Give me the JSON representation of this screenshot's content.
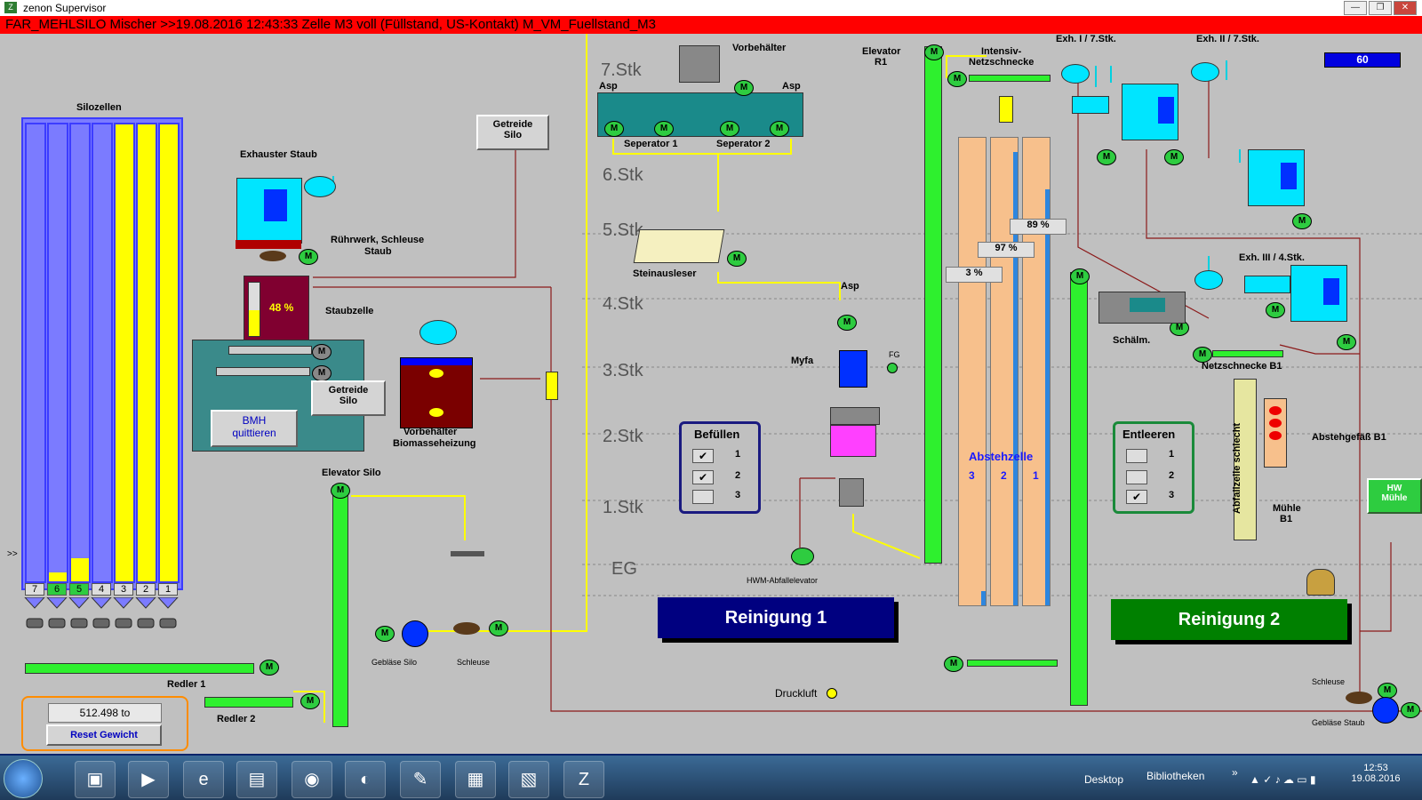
{
  "window": {
    "title": "zenon Supervisor",
    "min_label": "—",
    "max_label": "❐",
    "close_label": "✕"
  },
  "alarm": {
    "text": "FAR_MEHLSILO Mischer >>19.08.2016 12:43:33   Zelle M3 voll (Füllstand, US-Kontakt)  M_VM_Fuellstand_M3"
  },
  "counter": {
    "value": "60"
  },
  "floors": [
    "7.Stk",
    "6.Stk",
    "5.Stk",
    "4.Stk",
    "3.Stk",
    "2.Stk",
    "1.Stk",
    "EG"
  ],
  "silozellen": {
    "title": "Silozellen",
    "cells": [
      {
        "label": "7",
        "level": 0.0
      },
      {
        "label": "6",
        "level": 0.03
      },
      {
        "label": "5",
        "level": 0.07
      },
      {
        "label": "4",
        "level": 0.0
      },
      {
        "label": "3",
        "level": 1.0
      },
      {
        "label": "2",
        "level": 1.0
      },
      {
        "label": "1",
        "level": 1.0
      }
    ],
    "arrow": ">>"
  },
  "labels": {
    "exhauster_staub": "Exhauster Staub",
    "ruehrwerk": "Rührwerk, Schleuse",
    "ruehrwerk2": "Staub",
    "staubzelle": "Staubzelle",
    "getreide_silo_1": "Getreide",
    "getreide_silo_1b": "Silo",
    "getreide_silo_2": "Getreide",
    "getreide_silo_2b": "Silo",
    "bmh_1": "BMH",
    "bmh_2": "quittieren",
    "vorbehaelter_bio": "Vorbehälter",
    "vorbehaelter_bio2": "Biomasseheizung",
    "elevator_silo": "Elevator Silo",
    "redler1": "Redler 1",
    "redler2": "Redler 2",
    "weight": "512.498 to",
    "reset": "Reset Gewicht",
    "geblaese_silo": "Gebläse Silo",
    "schleuse": "Schleuse",
    "vorbehaelter": "Vorbehälter",
    "asp_left": "Asp",
    "asp_right": "Asp",
    "sep1": "Seperator 1",
    "sep2": "Seperator 2",
    "steinausleser": "Steinausleser",
    "asp_mid": "Asp",
    "myfa": "Myfa",
    "fg": "FG",
    "hwm": "HWM-Abfallelevator",
    "druckluft": "Druckluft",
    "elevator_r1": "Elevator",
    "elevator_r1b": "R1",
    "intensiv": "Intensiv-",
    "intensiv2": "Netzschnecke",
    "abstehzelle": "Abstehzelle",
    "z3": "3",
    "z2": "2",
    "z1": "1",
    "exh1": "Exh. I / 7.Stk.",
    "exh2": "Exh. II / 7.Stk.",
    "exh3": "Exh. III / 4.Stk.",
    "schaelm": "Schälm.",
    "netzschnecke_b1": "Netzschnecke B1",
    "abfallzelle": "Abfallzelle schlecht",
    "muehle_b1": "Mühle",
    "muehle_b1b": "B1",
    "abstehgefaess": "Abstehgefäß B1",
    "hw_muehle1": "HW",
    "hw_muehle2": "Mühle",
    "schleuse_r": "Schleuse",
    "geblaese_staub": "Gebläse Staub",
    "reinigung1": "Reinigung 1",
    "reinigung2": "Reinigung 2",
    "motor": "M"
  },
  "levels": {
    "staubzelle": "48 %",
    "zelle1": "89 %",
    "zelle2": "97 %",
    "zelle3": "3 %"
  },
  "befuellen": {
    "title": "Befüllen",
    "items": [
      {
        "label": "1",
        "mark": "✔"
      },
      {
        "label": "2",
        "mark": "✔"
      },
      {
        "label": "3",
        "mark": ""
      }
    ]
  },
  "entleeren": {
    "title": "Entleeren",
    "items": [
      {
        "label": "1",
        "mark": ""
      },
      {
        "label": "2",
        "mark": ""
      },
      {
        "label": "3",
        "mark": "✔"
      }
    ]
  },
  "taskbar": {
    "desktop": "Desktop",
    "bibliotheken": "Bibliotheken",
    "chevron": "»",
    "time": "12:53",
    "date": "19.08.2016"
  },
  "colors": {
    "alarm": "#ff0000",
    "motor": "#2ecc40",
    "silo_fill": "#ffff00",
    "silo_empty": "#7b7bff",
    "reinigung1": "#000080",
    "reinigung2": "#008000"
  }
}
